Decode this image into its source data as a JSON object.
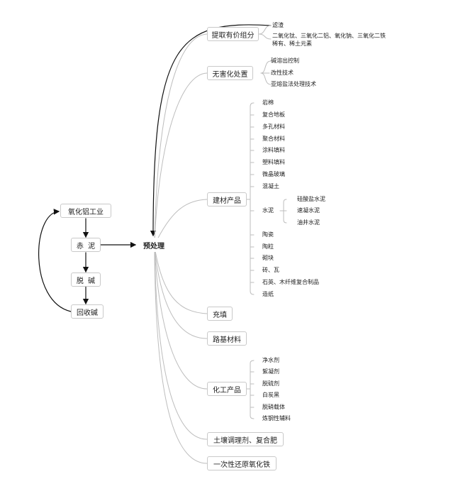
{
  "flow": {
    "industry": "氧化铝工业",
    "red_mud": "赤  泥",
    "dealkali": "脱  碱",
    "recycle": "回收碱"
  },
  "root": "预处理",
  "branches": {
    "extract": {
      "label": "提取有价组分",
      "items": [
        "滤渣",
        "二氧化钛、三氧化二铝、氧化钠、三氧化二铁",
        "稀有、稀土元素"
      ]
    },
    "harmless": {
      "label": "无害化处置",
      "items": [
        "碱溶出控制",
        "改性技术",
        "亚熔盐法处理技术"
      ]
    },
    "building": {
      "label": "建材产品",
      "items": [
        "岩棉",
        "复合地板",
        "多孔材料",
        "聚合材料",
        "涂料填料",
        "塑料填料",
        "微晶玻璃",
        "混凝土",
        "水泥",
        "陶瓷",
        "陶粒",
        "砌块",
        "砖、瓦",
        "石英、木纤维复合制品",
        "造纸"
      ],
      "cement": [
        "硅酸盐水泥",
        "速凝水泥",
        "油井水泥"
      ]
    },
    "fill": {
      "label": "充填"
    },
    "roadbed": {
      "label": "路基材料"
    },
    "chemical": {
      "label": "化工产品",
      "items": [
        "净水剂",
        "絮凝剂",
        "脱硫剂",
        "白炭黑",
        "脱硝载体",
        "炼钢性辅料"
      ]
    },
    "soil": {
      "label": "土壤调理剂、复合肥"
    },
    "iron": {
      "label": "一次性还原氧化铁"
    }
  }
}
